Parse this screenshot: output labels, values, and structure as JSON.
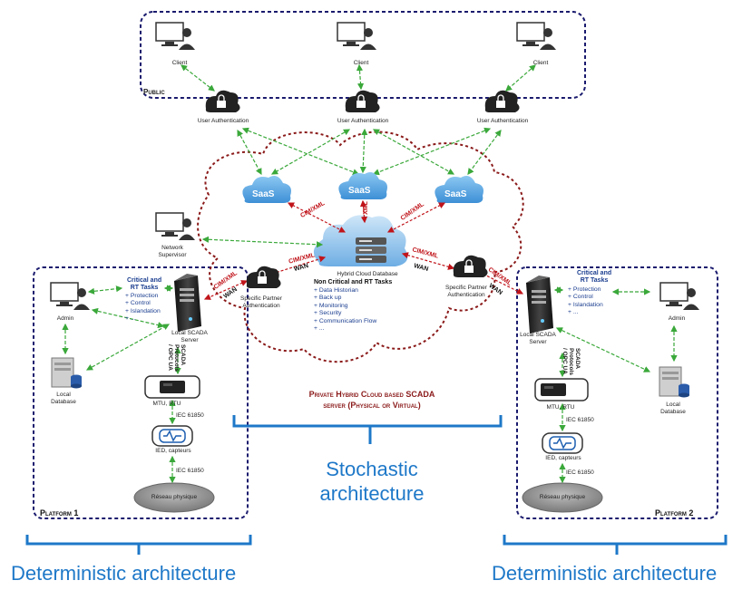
{
  "public_label": "Public",
  "clients": [
    "Client",
    "Client",
    "Client"
  ],
  "user_auth": [
    "User Authentication",
    "User Authentication",
    "User Authentication"
  ],
  "saas": [
    "SaaS",
    "SaaS",
    "SaaS"
  ],
  "protocols": {
    "cim_xml": "CIM/XML",
    "xml": "XML",
    "wan": "WAN"
  },
  "network_supervisor": "Network\nSupervisor",
  "specific_partner_auth": "Specific Partner\nAuthentication",
  "hybrid_db": {
    "label": "Hybrid Cloud Database",
    "tasks_title": "Non Critical and RT Tasks",
    "tasks": [
      "+ Data Historian",
      "+ Back up",
      "+ Monitoring",
      "+ Security",
      "+ Communication Flow",
      "+ ..."
    ]
  },
  "cloud_title_line1": "Private Hybrid Cloud based SCADA",
  "cloud_title_line2": "server (Physical or Virtual)",
  "platform1": {
    "name": "Platform 1",
    "critical_title": "Critical and\nRT Tasks",
    "critical_items": [
      "+ Protection",
      "+ Control",
      "+ Islandation",
      "+ ..."
    ],
    "admin": "Admin",
    "local_database": "Local\nDatabase",
    "local_scada": "Local SCADA\nServer",
    "scada_protocols": "SCADA\nProtocols\n/ OPC UA",
    "mtu": "MTU, RTU",
    "iec1": "IEC 61850",
    "ied": "IED, capteurs",
    "iec2": "IEC 61850",
    "reseau": "Réseau physique"
  },
  "platform2": {
    "name": "Platform 2",
    "critical_title": "Critical and\nRT Tasks",
    "critical_items": [
      "+ Protection",
      "+ Control",
      "+ Islandation",
      "+ ..."
    ],
    "admin": "Admin",
    "local_database": "Local\nDatabase",
    "local_scada": "Local SCADA\nServer",
    "scada_protocols": "SCADA\nProtocols\n/ OPC UA",
    "mtu": "MTU, RTU",
    "iec1": "IEC 61850",
    "ied": "IED, capteurs",
    "iec2": "IEC 61850",
    "reseau": "Réseau physique"
  },
  "stochastic": "Stochastic\narchitecture",
  "deterministic_left": "Deterministic architecture",
  "deterministic_right": "Deterministic architecture",
  "colors": {
    "frame": "#1a1a6e",
    "cloud": "#8b1a1a",
    "arrow": "#3aa83a",
    "blue": "#1e78c8",
    "saas": "#5aa9e6"
  }
}
